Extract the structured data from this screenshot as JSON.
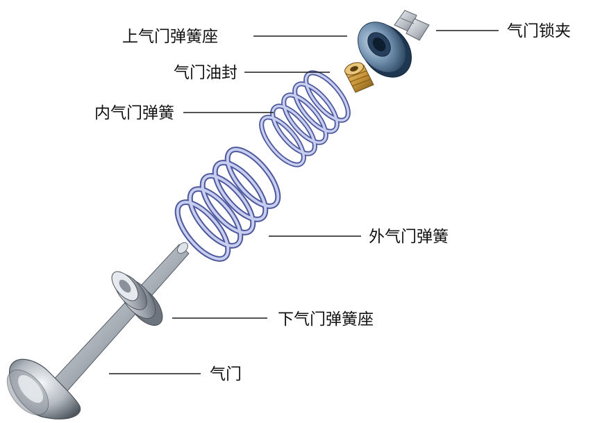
{
  "labels": {
    "upper_spring_seat": "上气门弹簧座",
    "valve_lock": "气门锁夹",
    "valve_oil_seal": "气门油封",
    "inner_spring": "内气门弹簧",
    "outer_spring": "外气门弹簧",
    "lower_spring_seat": "下气门弹簧座",
    "valve": "气门"
  },
  "colors": {
    "steel_light": "#e3e6ea",
    "steel_mid": "#a7adb5",
    "steel_dark": "#5c636c",
    "spring_light": "#c9d0f0",
    "spring_dark": "#5560a8",
    "seal_gold": "#c9973a",
    "seat_blue_dark": "#243d5a",
    "seat_blue_light": "#8fb0cc"
  }
}
